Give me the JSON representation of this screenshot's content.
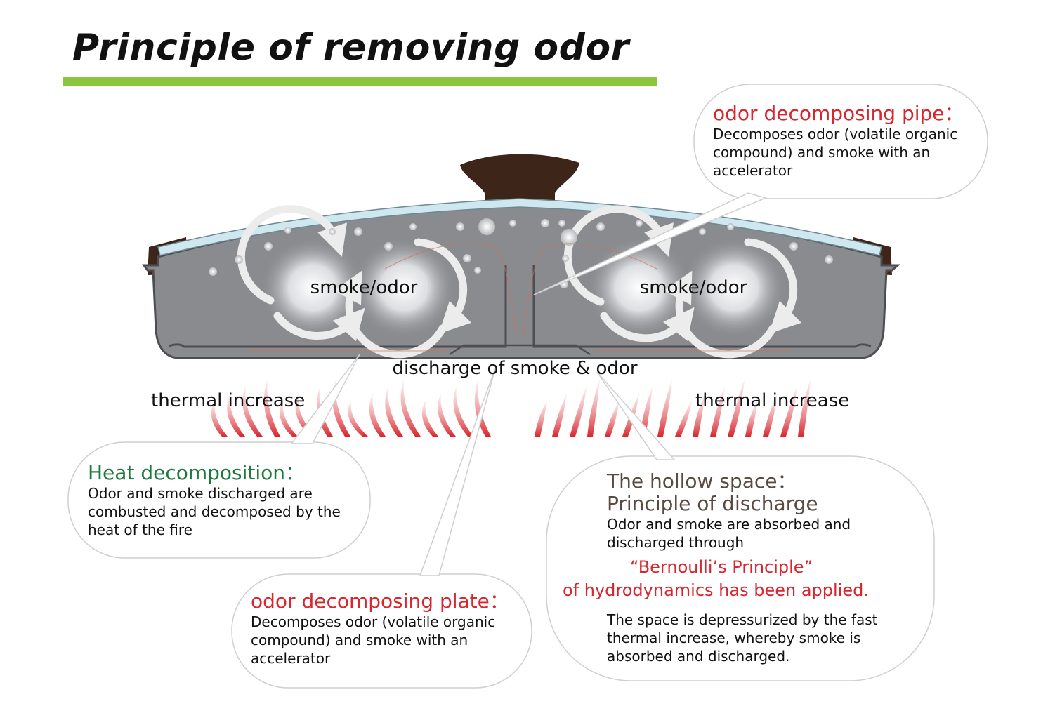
{
  "title": "Principle of removing odor",
  "colors": {
    "title_bar": "#8cc63f",
    "accent_red": "#d9262e",
    "accent_green": "#1e7a3c",
    "heading_brown": "#5a4a42",
    "pan_gray": "#8a8b8f",
    "lid_blue": "#cfe7ef",
    "knob_brown": "#3d2619"
  },
  "diagram": {
    "smoke_left": "smoke/odor",
    "smoke_right": "smoke/odor",
    "discharge": "discharge of smoke & odor",
    "thermal_left": "thermal increase",
    "thermal_right": "thermal increase"
  },
  "callouts": {
    "pipe": {
      "heading": "odor decomposing pipe：",
      "lines": [
        "Decomposes odor (volatile organic",
        "compound) and smoke with an",
        "accelerator"
      ]
    },
    "heat": {
      "heading": "Heat decomposition：",
      "lines": [
        "Odor and smoke discharged are",
        "combusted and decomposed by the",
        "heat of the fire"
      ]
    },
    "plate": {
      "heading": "odor decomposing plate：",
      "lines": [
        "Decomposes odor (volatile organic",
        "compound) and smoke with an",
        "accelerator"
      ]
    },
    "hollow": {
      "heading_1": "The hollow space：",
      "heading_2": "Principle of discharge",
      "lines": [
        "Odor and smoke are absorbed and",
        "discharged through"
      ],
      "highlight_1": "“Bernoulli’s Principle”",
      "highlight_2": "of hydrodynamics has been applied.",
      "footer_lines": [
        "The space is depressurized by the fast",
        "thermal increase, whereby smoke is",
        "absorbed and discharged."
      ]
    }
  }
}
